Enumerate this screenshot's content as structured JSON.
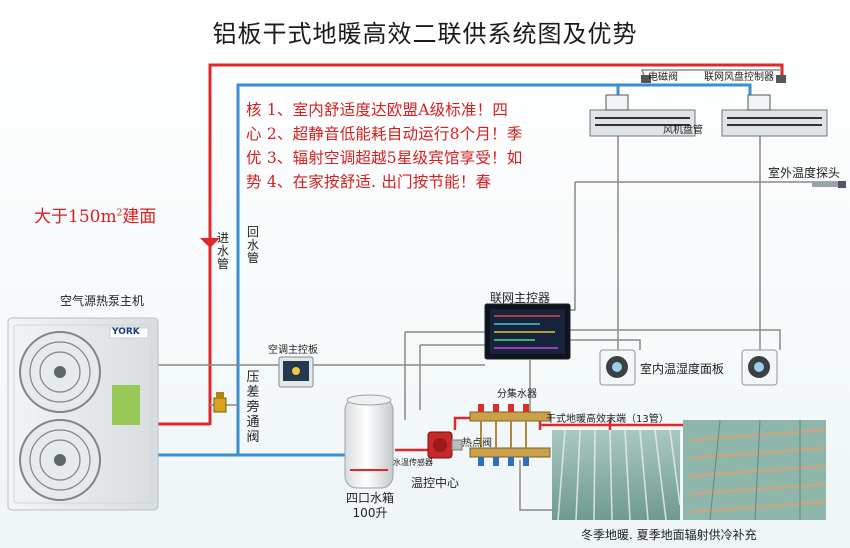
{
  "title": "铝板干式地暖高效二联供系统图及优势",
  "area_note": {
    "prefix": "大于150m",
    "sup": "2",
    "suffix": "建面"
  },
  "advantages": [
    "核 1、室内舒适度达欧盟A级标准！四",
    "心 2、超静音低能耗自动运行8个月！季",
    "优 3、辐射空调超越5星级宾馆享受！如",
    "势 4、在家按舒适. 出门按节能！春"
  ],
  "labels": {
    "heat_pump": "空气源热泵主机",
    "brand": "YORK",
    "supply_pipe": "进水管",
    "return_pipe": "回水管",
    "bypass_valve": "压差旁通阀",
    "ac_panel": "空调主控板",
    "network_controller": "联网主控器",
    "solenoid_valve": "电磁阀",
    "fan_coil_controller": "联网风盘控制器",
    "fan_coil": "风机盘管",
    "outdoor_probe": "室外温度探头",
    "thermostat": "室内温湿度面板",
    "manifold": "分集水器",
    "floor_terminal": "干式地暖高效末端（13管）",
    "hot_valve": "热点阀",
    "water_sensor": "水温传感器",
    "temp_control_center": "温控中心",
    "water_tank": "四口水箱",
    "water_tank_volume": "100升",
    "floor_caption": "冬季地暖. 夏季地面辐射供冷补充"
  },
  "colors": {
    "supply_pipe": "#e0282a",
    "return_pipe": "#3a8fd0",
    "advantage_text": "#d81e1e"
  }
}
